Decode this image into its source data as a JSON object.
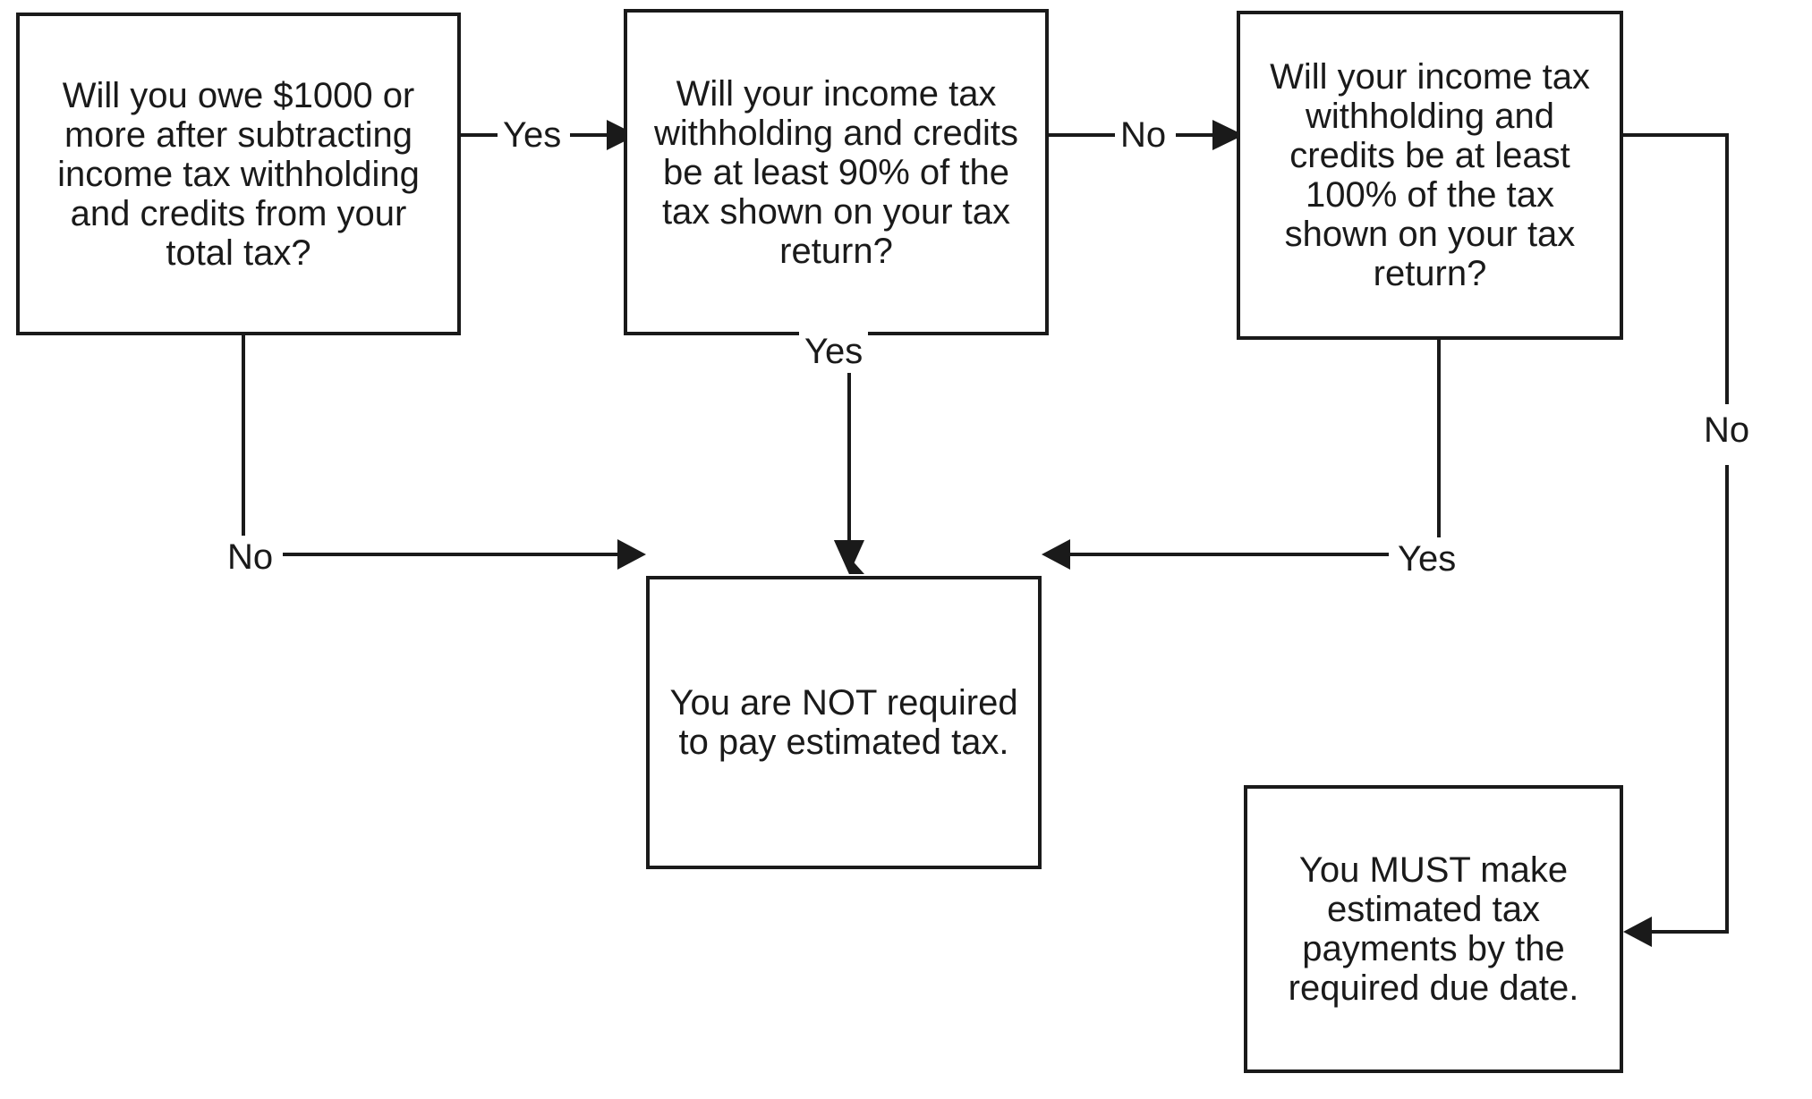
{
  "diagram": {
    "title": "Estimated tax requirement decision flowchart",
    "type": "flowchart",
    "accent_color": "#1a1a1a",
    "background_color": "#ffffff"
  },
  "nodes": {
    "owe": {
      "id": "owe",
      "shape": "rectangle",
      "text": "Will you owe $1000 or more after subtracting income tax withholding and credits from your total tax?"
    },
    "pct90": {
      "id": "pct90",
      "shape": "rectangle",
      "text": "Will your income tax withholding and credits be at least 90% of the tax shown on your tax return?"
    },
    "pct100": {
      "id": "pct100",
      "shape": "rectangle",
      "text": "Will your income tax withholding and credits be at least 100% of the tax shown on your tax return?"
    },
    "not_required": {
      "id": "not_required",
      "shape": "rectangle",
      "text": "You are NOT required to pay estimated tax."
    },
    "must_pay": {
      "id": "must_pay",
      "shape": "rectangle",
      "text": "You MUST make estimated tax payments by the required due date."
    }
  },
  "edges": [
    {
      "id": "owe-yes",
      "from": "owe",
      "to": "pct90",
      "label": "Yes"
    },
    {
      "id": "owe-no",
      "from": "owe",
      "to": "not_required",
      "label": "No"
    },
    {
      "id": "pct90-no",
      "from": "pct90",
      "to": "pct100",
      "label": "No"
    },
    {
      "id": "pct90-yes",
      "from": "pct90",
      "to": "not_required",
      "label": "Yes"
    },
    {
      "id": "pct100-yes",
      "from": "pct100",
      "to": "not_required",
      "label": "Yes"
    },
    {
      "id": "pct100-no",
      "from": "pct100",
      "to": "must_pay",
      "label": "No"
    }
  ],
  "edge_labels": {
    "owe_yes": "Yes",
    "pct90_no": "No",
    "pct90_yes": "Yes",
    "owe_no": "No",
    "pct100_yes": "Yes",
    "pct100_no": "No"
  }
}
